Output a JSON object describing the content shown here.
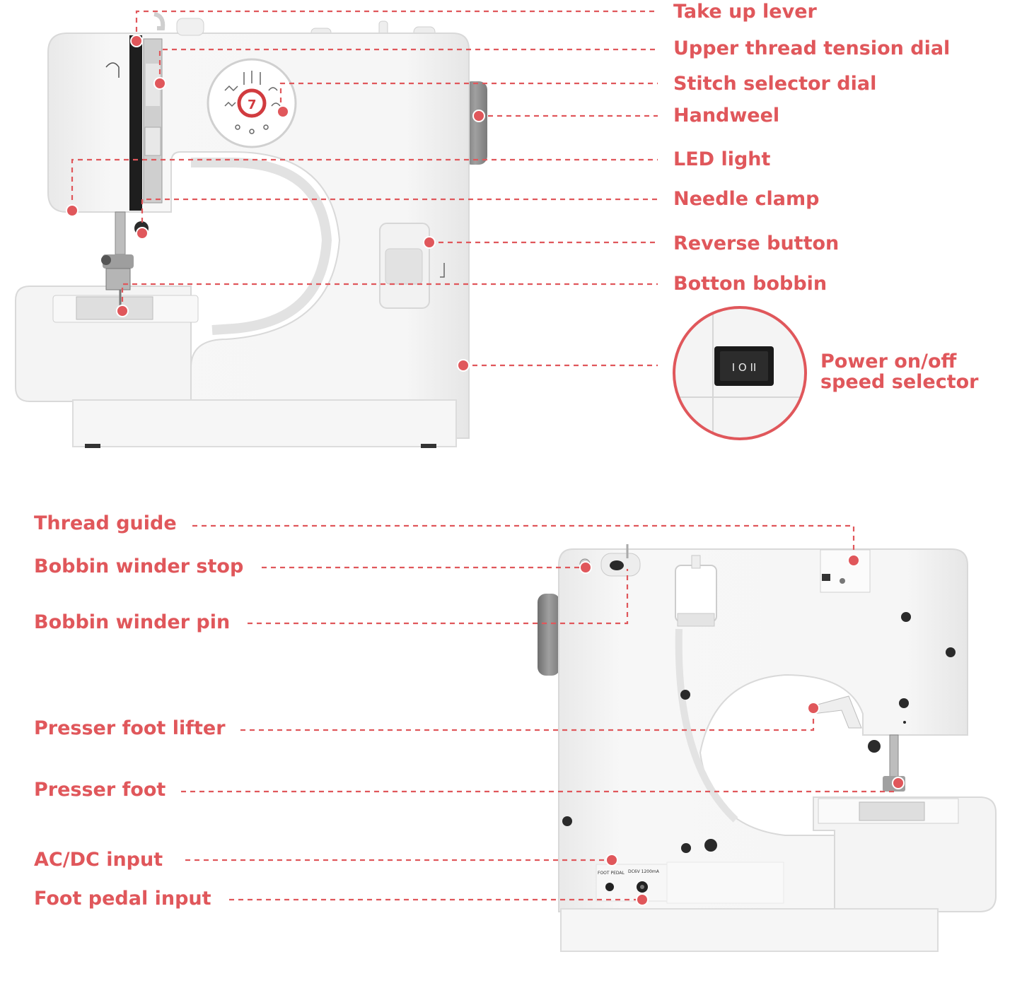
{
  "colors": {
    "accent": "#e0575b",
    "machine_body": "#f4f4f4",
    "machine_edge": "#d9d9d9",
    "handwheel": "#8a8a8a"
  },
  "front_view": {
    "labels": {
      "take_up_lever": "Take up lever",
      "upper_thread_tension_dial": "Upper thread tension dial",
      "stitch_selector_dial": "Stitch selector dial",
      "handwheel": "Handweel",
      "led_light": "LED light",
      "needle_clamp": "Needle clamp",
      "reverse_button": "Reverse button",
      "bottom_bobbin": "Botton bobbin",
      "power_line1": "Power on/off",
      "power_line2": "speed selector"
    },
    "switch_text": "I O II"
  },
  "rear_view": {
    "labels": {
      "thread_guide": "Thread guide",
      "bobbin_winder_stop": "Bobbin winder stop",
      "bobbin_winder_pin": "Bobbin winder pin",
      "presser_foot_lifter": "Presser foot lifter",
      "presser_foot": "Presser foot",
      "ac_dc_input": "AC/DC input",
      "foot_pedal_input": "Foot pedal input"
    },
    "port_labels": {
      "foot_pedal": "FOOT PEDAL",
      "dc": "DC6V 1200mA"
    }
  }
}
